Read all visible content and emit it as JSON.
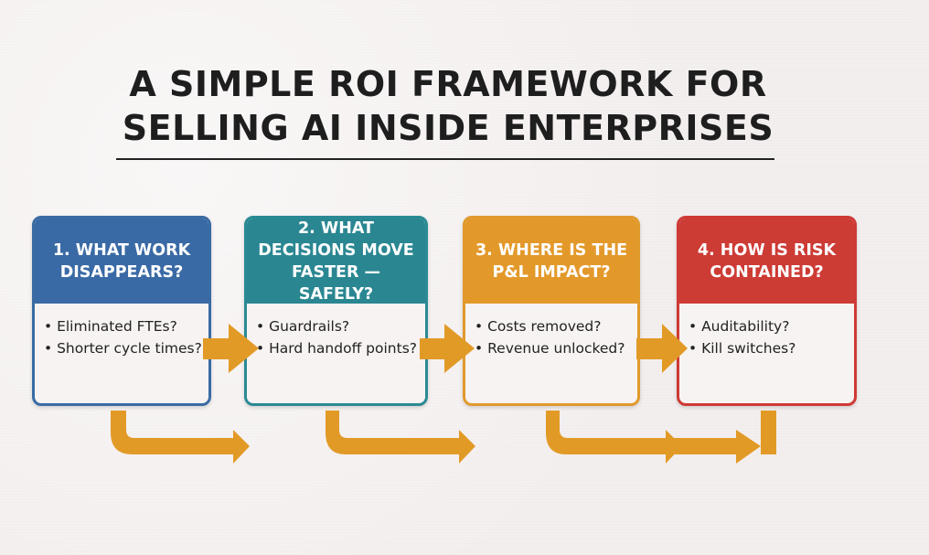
{
  "title": {
    "line1": "A SIMPLE ROI FRAMEWORK FOR",
    "line2": "SELLING AI INSIDE ENTERPRISES"
  },
  "colors": {
    "step1": "#3a6aa5",
    "step2": "#2a8792",
    "step3": "#e3992a",
    "step4": "#cd3b35",
    "arrow": "#e29a27",
    "text": "#222222"
  },
  "steps": [
    {
      "heading": "1. WHAT WORK DISAPPEARS?",
      "bullets": [
        "Eliminated FTEs?",
        "Shorter cycle times?"
      ]
    },
    {
      "heading": "2. WHAT DECISIONS MOVE FASTER — SAFELY?",
      "bullets": [
        "Guardrails?",
        "Hard handoff points?"
      ]
    },
    {
      "heading": "3. WHERE IS THE P&L IMPACT?",
      "bullets": [
        "Costs removed?",
        "Revenue unlocked?"
      ]
    },
    {
      "heading": "4. HOW IS RISK CONTAINED?",
      "bullets": [
        "Auditability?",
        "Kill switches?"
      ]
    }
  ],
  "connectors": {
    "between_cards": "right-arrow",
    "underneath": "elbow-arrow"
  }
}
